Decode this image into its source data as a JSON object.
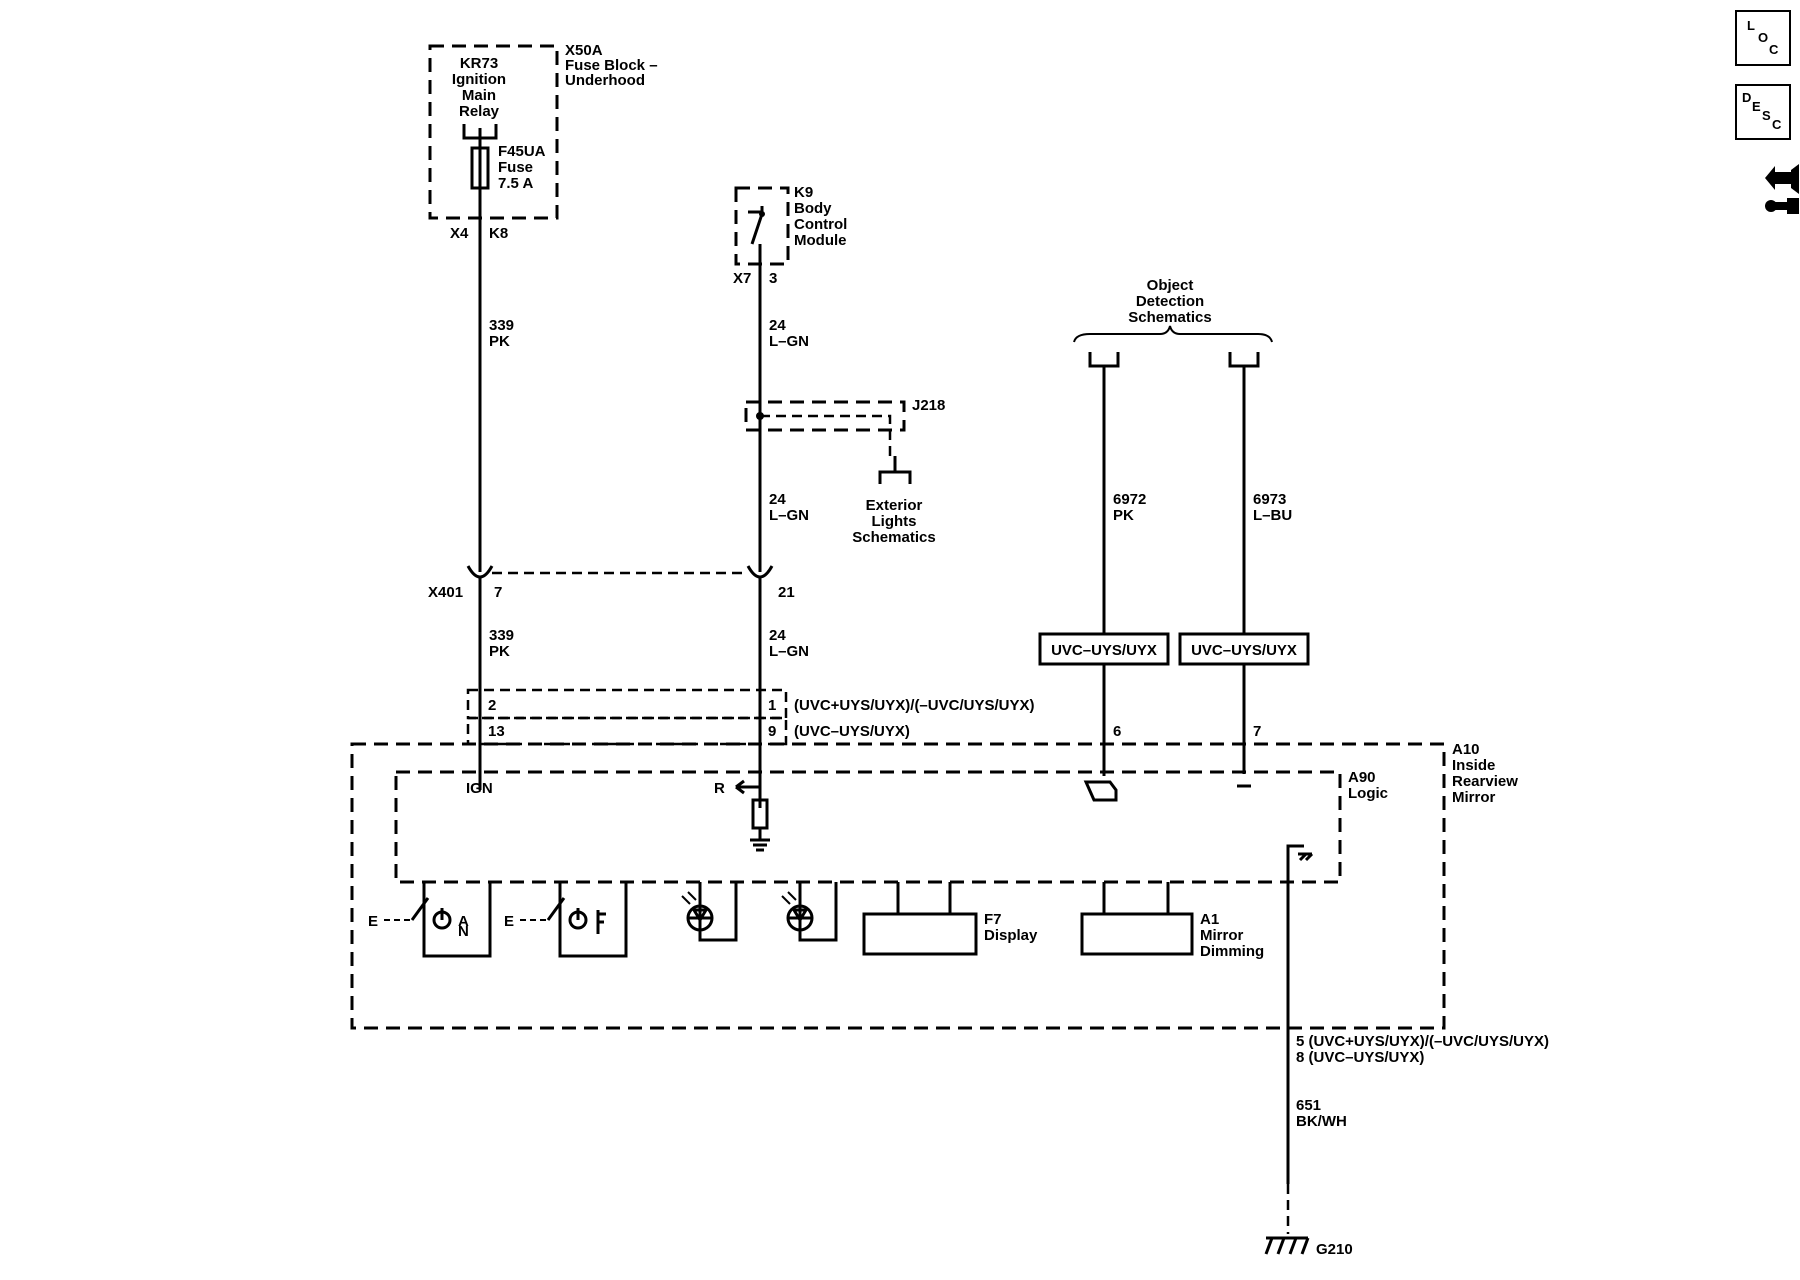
{
  "nav": {
    "loc": [
      "L",
      "O",
      "C"
    ],
    "desc": [
      "D",
      "E",
      "S",
      "C"
    ],
    "connector_icon": "connector-repair-icon"
  },
  "components": {
    "x50a": [
      "X50A",
      "Fuse Block –",
      "Underhood"
    ],
    "kr73": [
      "KR73",
      "Ignition",
      "Main",
      "Relay"
    ],
    "f45ua": [
      "F45UA",
      "Fuse",
      "7.5 A"
    ],
    "k9": [
      "K9",
      "Body",
      "Control",
      "Module"
    ],
    "j218": "J218",
    "exterior": [
      "Exterior",
      "Lights",
      "Schematics"
    ],
    "object": [
      "Object",
      "Detection",
      "Schematics"
    ],
    "a10": [
      "A10",
      "Inside",
      "Rearview",
      "Mirror"
    ],
    "a90": [
      "A90",
      "Logic"
    ],
    "f7": [
      "F7",
      "Display"
    ],
    "a1": [
      "A1",
      "Mirror",
      "Dimming"
    ],
    "g210": "G210"
  },
  "connectors": {
    "x4": "X4",
    "k8": "K8",
    "x7": "X7",
    "x7_pin": "3",
    "x401": "X401",
    "x401_pin_a": "7",
    "x401_pin_b": "21",
    "pin_2": "2",
    "pin_1": "1",
    "pin_13": "13",
    "pin_9": "9",
    "pin_6": "6",
    "pin_7": "7",
    "opt_1": "(UVC+UYS/UYX)/(–UVC/UYS/UYX)",
    "opt_2": "(UVC–UYS/UYX)",
    "ground_pins_1": "5 (UVC+UYS/UYX)/(–UVC/UYS/UYX)",
    "ground_pins_2": "8 (UVC–UYS/UYX)"
  },
  "wires": {
    "w339a": [
      "339",
      "PK"
    ],
    "w24a": [
      "24",
      "L–GN"
    ],
    "w24b": [
      "24",
      "L–GN"
    ],
    "w339b": [
      "339",
      "PK"
    ],
    "w24c": [
      "24",
      "L–GN"
    ],
    "w6972": [
      "6972",
      "PK"
    ],
    "w6973": [
      "6973",
      "L–BU"
    ],
    "w651": [
      "651",
      "BK/WH"
    ]
  },
  "option_boxes": {
    "left": "UVC–UYS/UYX",
    "right": "UVC–UYS/UYX"
  },
  "logic": {
    "ign": "IGN",
    "r": "R",
    "e1": "E",
    "e2": "E"
  }
}
